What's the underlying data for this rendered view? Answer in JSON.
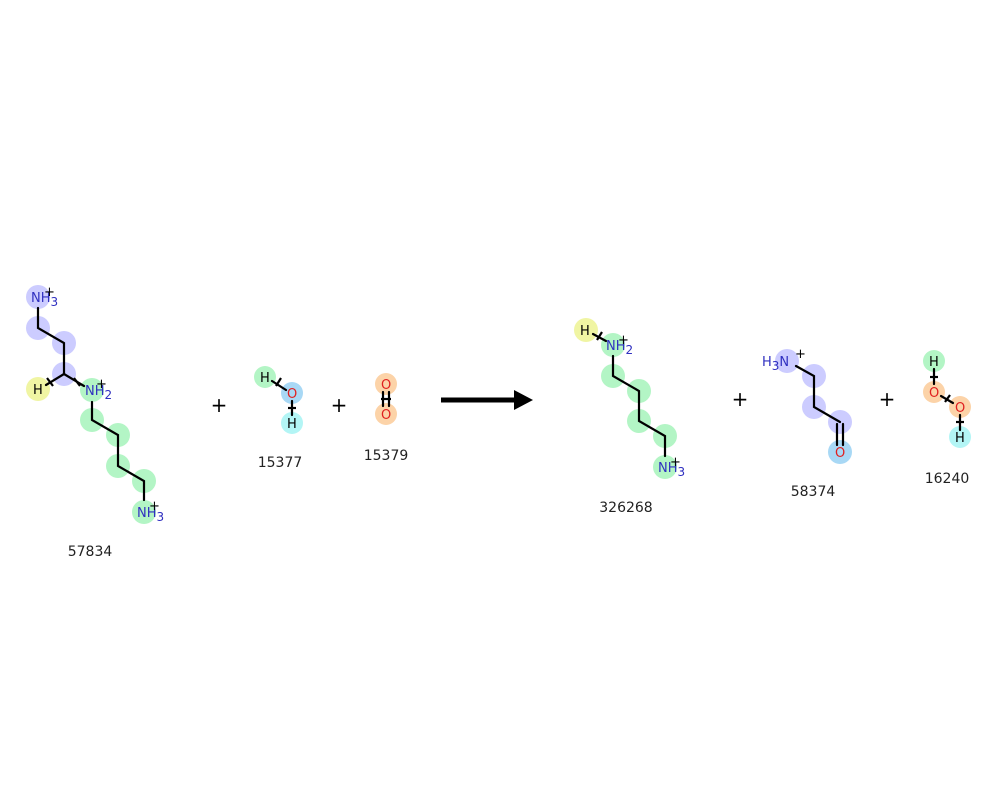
{
  "reaction": {
    "reactants": [
      {
        "id": "57834",
        "label": "57834"
      },
      {
        "id": "15377",
        "label": "15377"
      },
      {
        "id": "15379",
        "label": "15379"
      }
    ],
    "products": [
      {
        "id": "326268",
        "label": "326268"
      },
      {
        "id": "58374",
        "label": "58374"
      },
      {
        "id": "16240",
        "label": "16240"
      }
    ],
    "plus_sign": "+",
    "arrow": "reaction-arrow"
  },
  "atoms": {
    "N": "N",
    "H": "H",
    "O": "O",
    "three": "3",
    "two": "2",
    "charge": "+"
  },
  "colors": {
    "lavender": "#ccccff",
    "green": "#b3f5c5",
    "yellow": "#f0f5a3",
    "blue": "#a8d8f5",
    "cyan": "#b3f5f5",
    "orange": "#fcd3a8",
    "nitrogen": "#3030c0",
    "oxygen": "#e02020",
    "hydrogen_green": "#2a8a2a"
  }
}
